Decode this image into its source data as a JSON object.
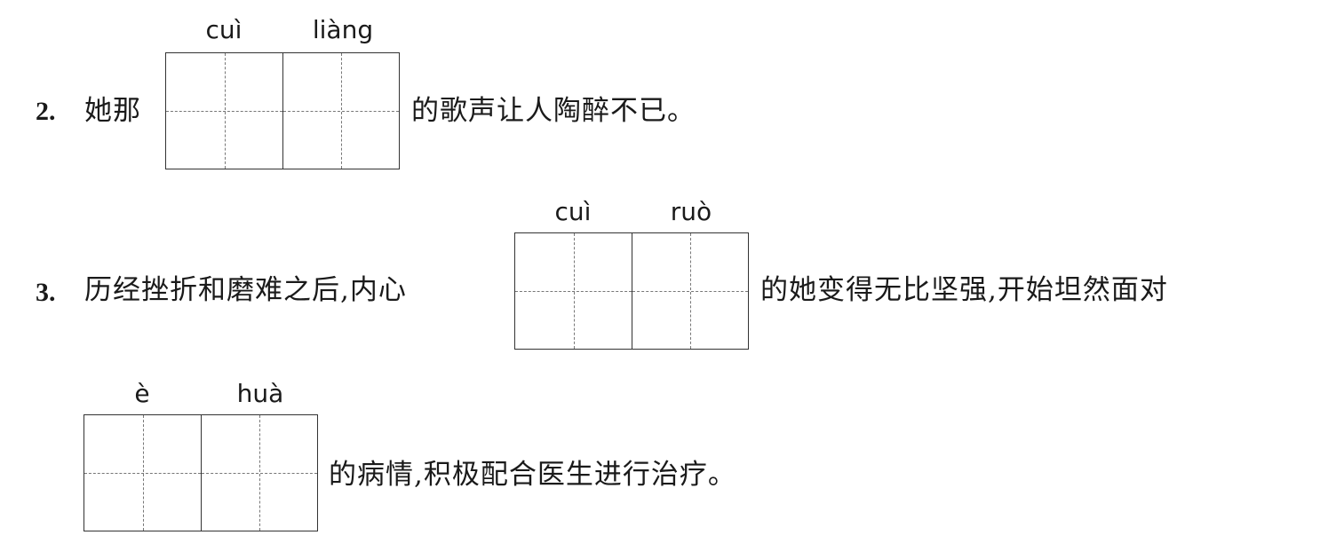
{
  "questions": [
    {
      "number": "2.",
      "before": "她那",
      "pinyin": [
        "cuì",
        "liàng"
      ],
      "after": "的歌声让人陶醉不已。"
    },
    {
      "number": "3.",
      "before": "历经挫折和磨难之后,内心",
      "pinyin": [
        "cuì",
        "ruò"
      ],
      "after": "的她变得无比坚强,开始坦然面对",
      "continuation": {
        "pinyin": [
          "è",
          "huà"
        ],
        "after": "的病情,积极配合医生进行治疗。"
      }
    }
  ]
}
